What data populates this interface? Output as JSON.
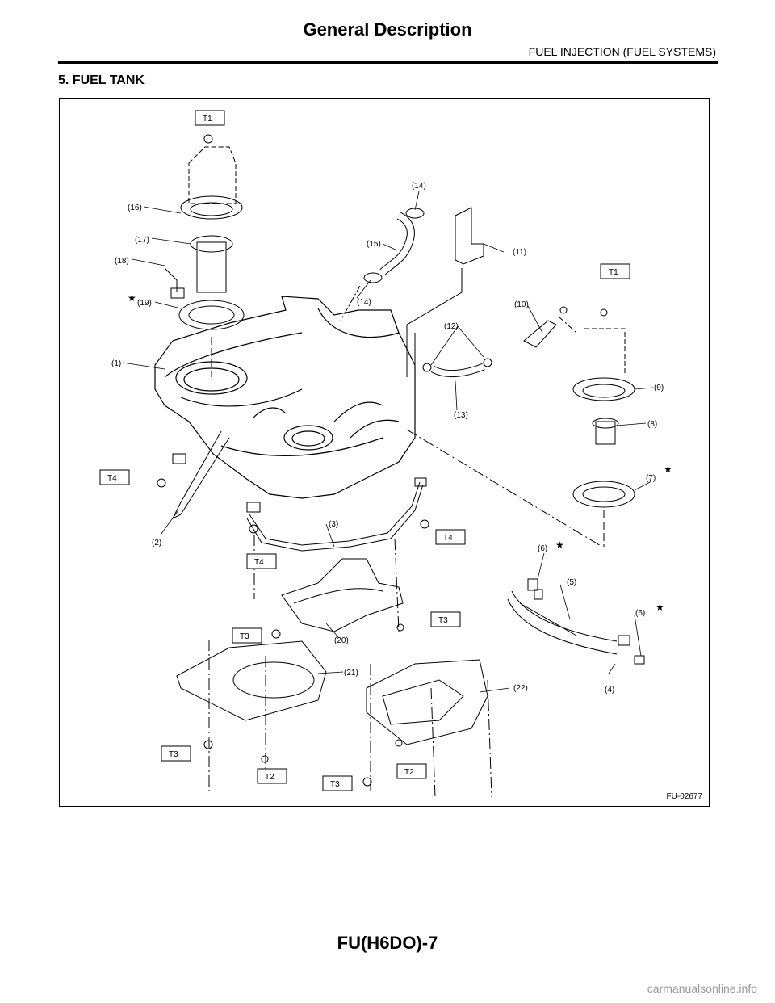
{
  "header": {
    "title": "General Description",
    "subtitle": "FUEL INJECTION (FUEL SYSTEMS)"
  },
  "section": {
    "title": "5. FUEL TANK"
  },
  "figure": {
    "id": "FU-02677",
    "callouts": [
      "(1)",
      "(2)",
      "(3)",
      "(4)",
      "(5)",
      "(6)",
      "(6)",
      "(7)",
      "(8)",
      "(9)",
      "(10)",
      "(11)",
      "(12)",
      "(13)",
      "(14)",
      "(14)",
      "(15)",
      "(16)",
      "(17)",
      "(18)",
      "(19)",
      "(20)",
      "(21)",
      "(22)"
    ],
    "torque_labels": [
      "T1",
      "T1",
      "T2",
      "T2",
      "T3",
      "T3",
      "T3",
      "T3",
      "T4",
      "T4",
      "T4"
    ]
  },
  "footer": {
    "page_number": "FU(H6DO)-7",
    "watermark": "carmanualsonline.info"
  }
}
